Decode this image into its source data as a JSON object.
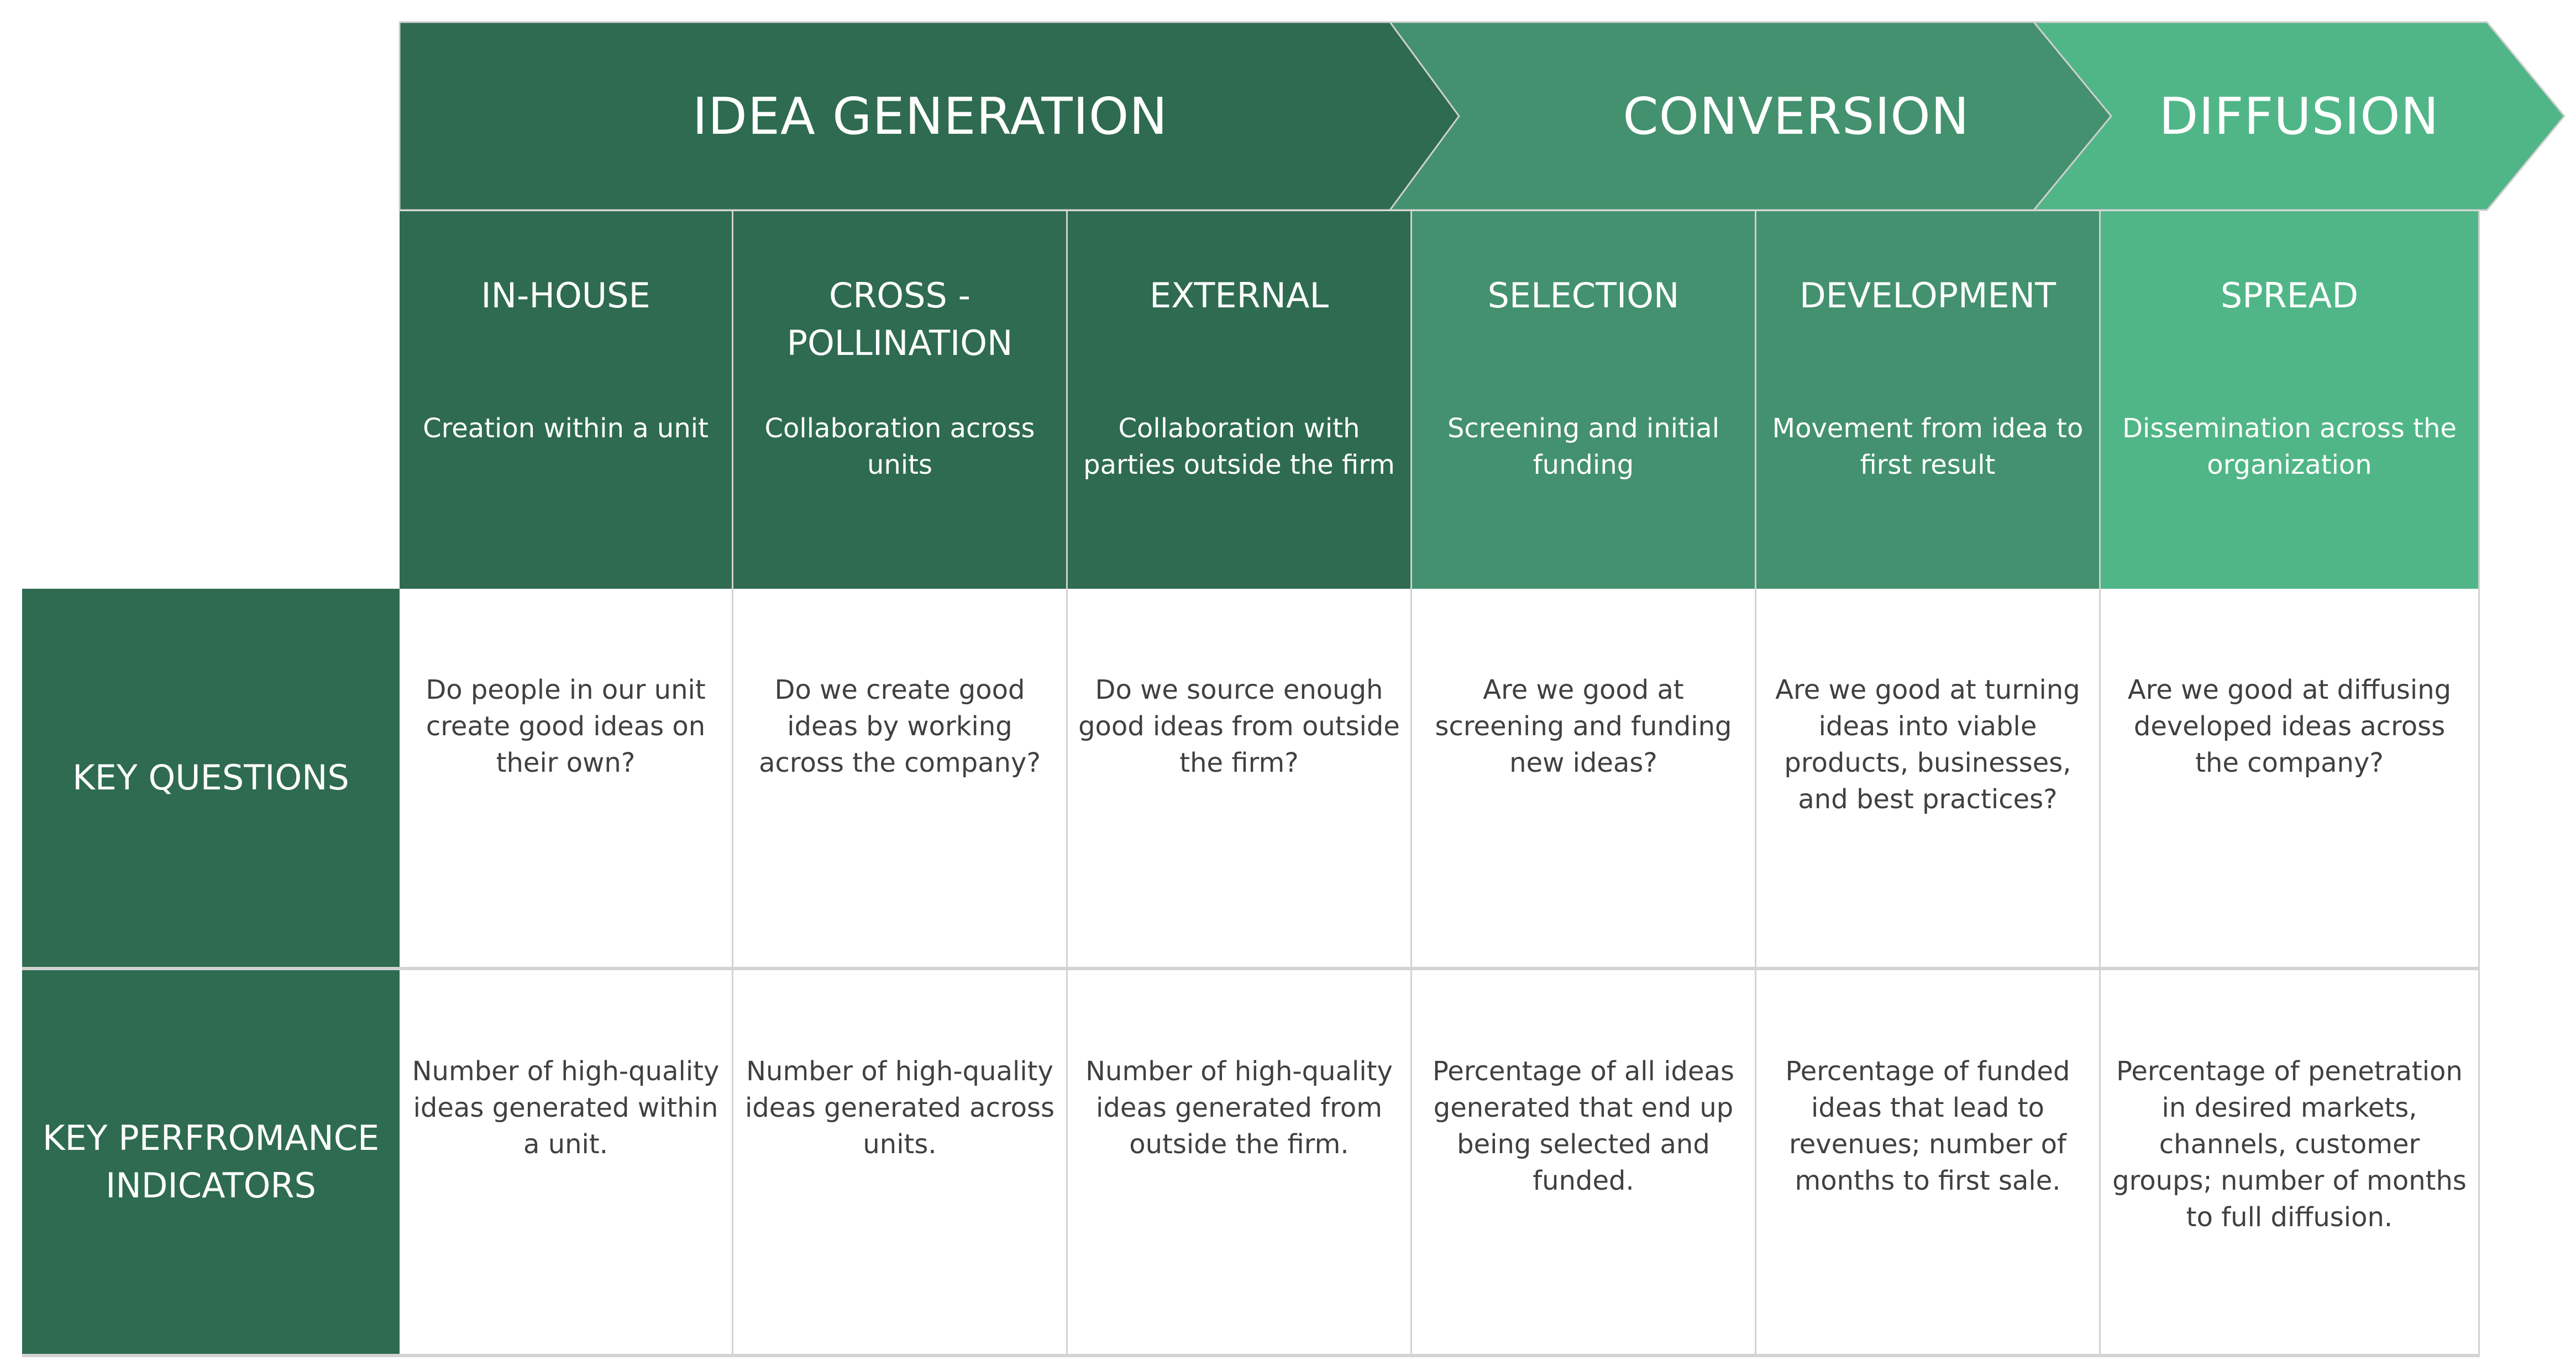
{
  "colors": {
    "dark": "#2e6b50",
    "mid": "#43916e",
    "light": "#50b687",
    "text": "#404040",
    "border": "#d3d3d3"
  },
  "phases": [
    {
      "label": "IDEA GENERATION"
    },
    {
      "label": "CONVERSION"
    },
    {
      "label": "DIFFUSION"
    }
  ],
  "columns": [
    {
      "title": "IN-HOUSE",
      "desc": "Creation within a unit",
      "question": "Do people in our unit create good ideas on their own?",
      "kpi": "Number of high-quality ideas generated within a unit."
    },
    {
      "title": "CROSS - POLLINATION",
      "desc": "Collaboration across units",
      "question": "Do we create good ideas by working across the company?",
      "kpi": "Number of high-quality ideas generated across units."
    },
    {
      "title": "EXTERNAL",
      "desc": "Collaboration with parties outside the firm",
      "question": "Do we source enough good ideas from outside the firm?",
      "kpi": "Number of high-quality ideas generated from outside the firm."
    },
    {
      "title": "SELECTION",
      "desc": "Screening and initial funding",
      "question": "Are we good at screening and funding new ideas?",
      "kpi": "Percentage of all ideas generated that end up being selected and funded."
    },
    {
      "title": "DEVELOPMENT",
      "desc": "Movement from idea to first result",
      "question": "Are we good at turning ideas into viable products, businesses, and best practices?",
      "kpi": "Percentage of funded ideas that lead to revenues; number of months to first sale."
    },
    {
      "title": "SPREAD",
      "desc": "Dissemination across the organization",
      "question": "Are we good at diffusing developed ideas across the company?",
      "kpi": "Percentage of penetration in desired markets, channels, customer groups; number of months to full diffusion."
    }
  ],
  "rows": {
    "questions": "KEY QUESTIONS",
    "kpi": "KEY PERFROMANCE INDICATORS"
  }
}
